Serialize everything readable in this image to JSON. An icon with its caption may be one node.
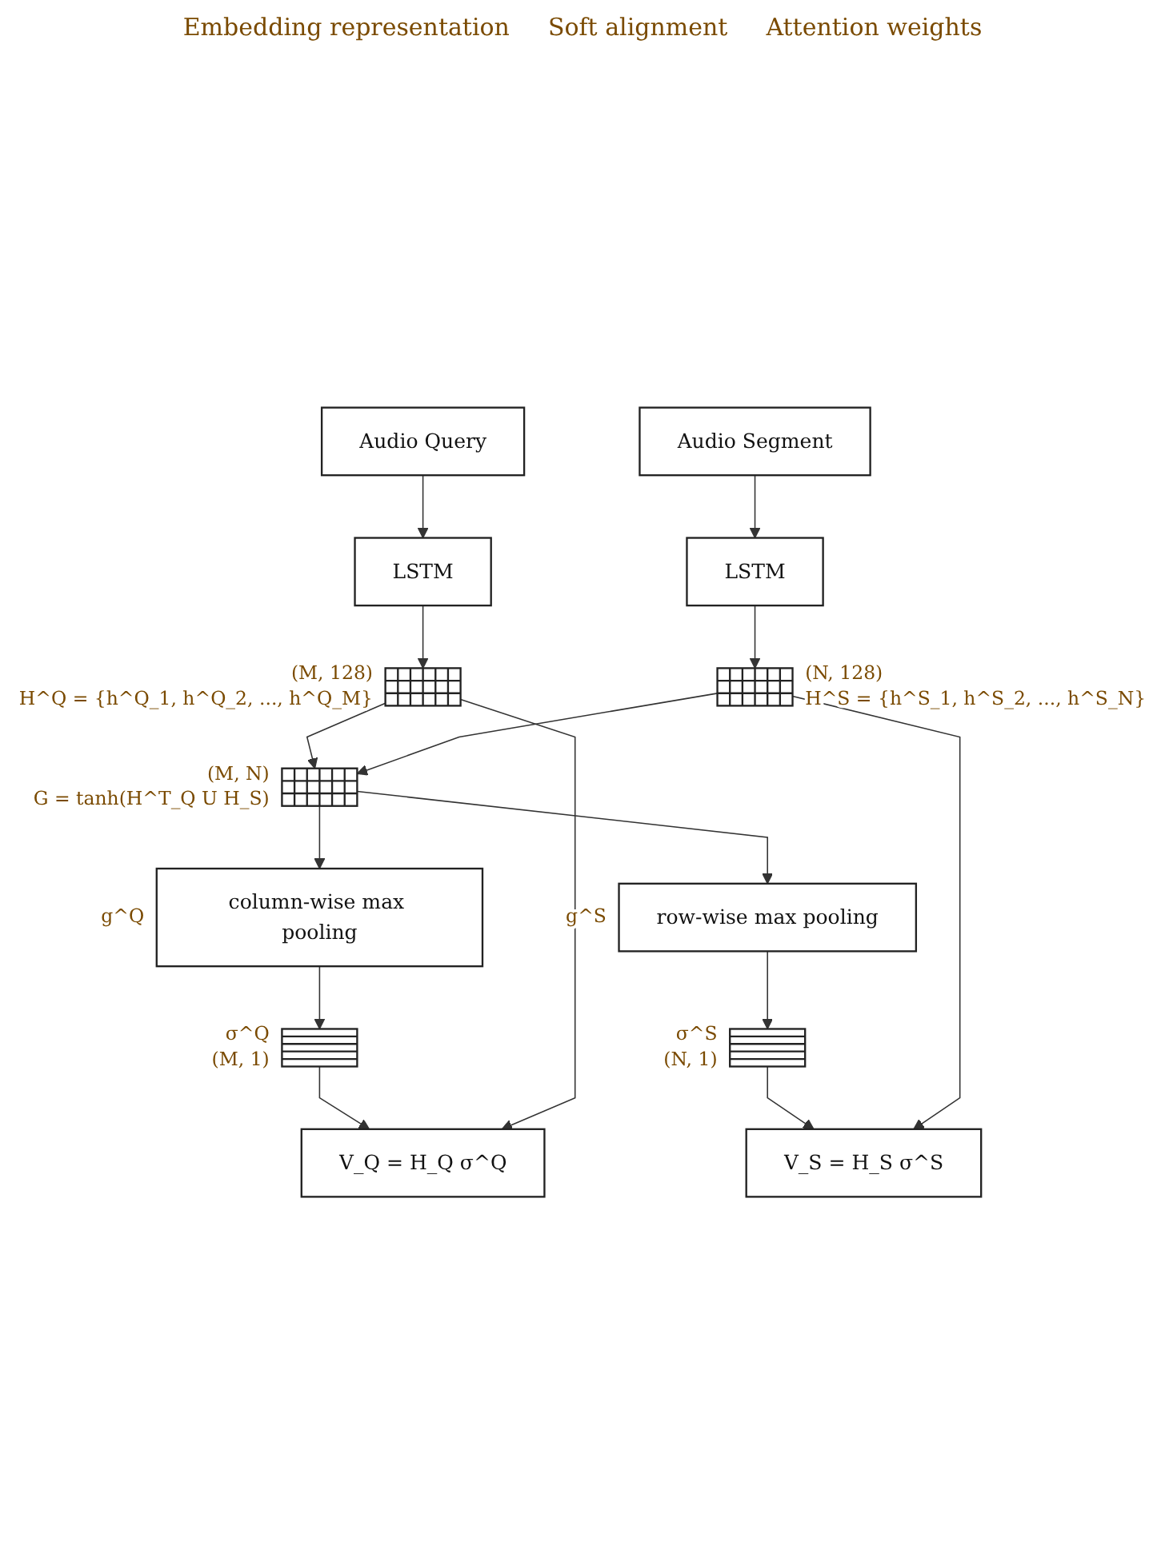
{
  "diagram": {
    "nodes": [
      {
        "text": [
          "Audio Query"
        ]
      },
      {
        "text": [
          "Audio Segment"
        ]
      },
      {
        "text": [
          "LSTM"
        ]
      },
      {
        "text": [
          "LSTM"
        ]
      },
      {
        "text": [],
        "shape": "grid",
        "beside": [
          "(M, 128)",
          "H^Q = {h^Q_1, h^Q_2, ..., h^Q_M}"
        ]
      },
      {
        "text": [],
        "shape": "grid",
        "beside": [
          "(N, 128)",
          "H^S = {h^S_1, h^S_2, ..., h^S_N}"
        ]
      },
      {
        "text": [],
        "shape": "grid",
        "beside": [
          "(M, N)",
          "G = tanh(H^T_Q U H_S)"
        ]
      },
      {
        "text": [
          "column-wise max pooling"
        ],
        "beside": [
          "g^Q"
        ]
      },
      {
        "text": [
          "row-wise max pooling"
        ],
        "beside": [
          "g^S"
        ]
      },
      {
        "text": [],
        "shape": "grid",
        "beside": [
          "σ^Q",
          "(M, 1)"
        ]
      },
      {
        "text": [],
        "shape": "grid",
        "beside": [
          "σ^S",
          "(N, 1)"
        ]
      },
      {
        "text": [
          "V_Q = H_Q σ^Q"
        ]
      },
      {
        "text": [
          "V_S = H_S σ^S"
        ]
      }
    ],
    "edges": [
      {
        "from": 0,
        "to": 2,
        "arrow": "to"
      },
      {
        "from": 1,
        "to": 3,
        "arrow": "to"
      },
      {
        "from": 2,
        "to": 4,
        "arrow": "to"
      },
      {
        "from": 3,
        "to": 5,
        "arrow": "to"
      },
      {
        "from": 4,
        "to": 6,
        "arrow": "to"
      },
      {
        "from": 5,
        "to": 6,
        "arrow": "to"
      },
      {
        "from": 6,
        "to": 7,
        "arrow": "to"
      },
      {
        "from": 6,
        "to": 8,
        "arrow": "to"
      },
      {
        "from": 7,
        "to": 9,
        "arrow": "to"
      },
      {
        "from": 8,
        "to": 10,
        "arrow": "to"
      },
      {
        "from": 9,
        "to": 11,
        "arrow": "to"
      },
      {
        "from": 10,
        "to": 12,
        "arrow": "to"
      },
      {
        "from": 4,
        "to": 11,
        "arrow": "to"
      },
      {
        "from": 5,
        "to": 12,
        "arrow": "to"
      }
    ],
    "labels": [
      "Embedding representation",
      "Soft alignment",
      "Attention weights"
    ]
  }
}
